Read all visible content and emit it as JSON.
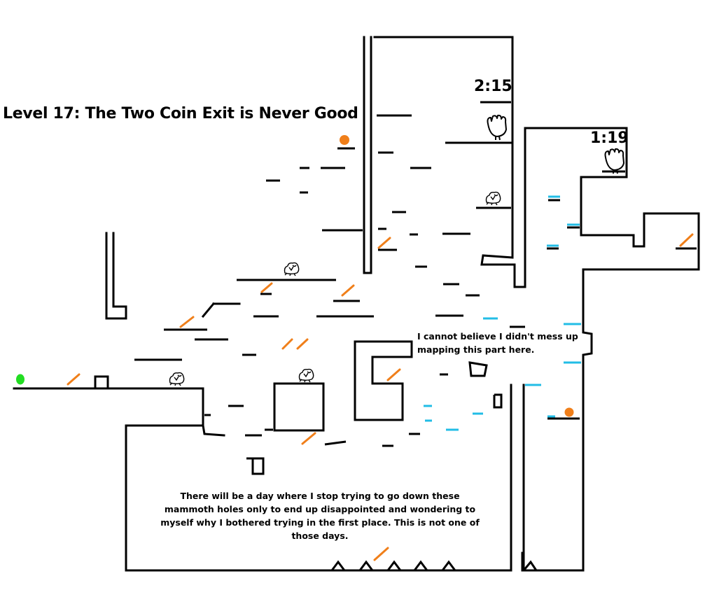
{
  "level_title": "Level 17: The Two Coin Exit is Never Good",
  "timers": {
    "timer_left": "2:15",
    "timer_right": "1:19"
  },
  "notes": {
    "mapping_note": "I cannot believe I didn't mess up mapping this part here.",
    "mammoth_note": "There will be a day where I stop trying to go down these mammoth holes only to end up disappointed and wondering to myself why I bothered trying in the first place. This is not one of those days."
  },
  "colors": {
    "wall": "#000000",
    "coin": "#f07f1a",
    "slash_marker": "#f07f1a",
    "ice_platform": "#22bde6",
    "start_marker": "#22dd22",
    "background": "#ffffff"
  },
  "icons": [
    "start-marker",
    "coin",
    "glove-icon",
    "enemy-icon",
    "spike",
    "slash-marker",
    "ice-platform"
  ]
}
